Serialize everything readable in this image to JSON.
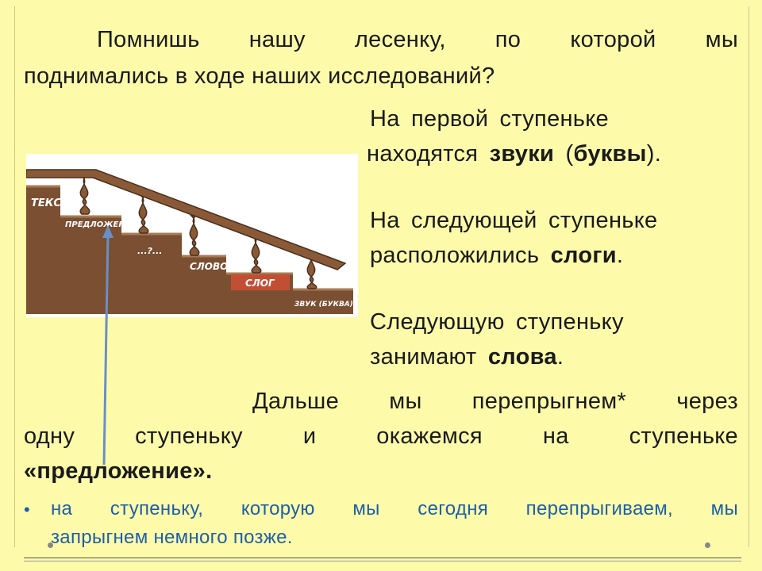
{
  "intro": {
    "line1": "Помнишь нашу лесенку, по которой мы",
    "line2": "поднимались в ходе наших исследований?"
  },
  "step1": {
    "line1": "На первой ступеньке",
    "line2_pre": "находятся ",
    "sounds": "звуки",
    "paren_open": " (",
    "letters": "буквы",
    "paren_close": ")."
  },
  "step2": {
    "line1": "На следующей ступеньке",
    "line2_pre": "расположились ",
    "syllables": "слоги",
    "dot": "."
  },
  "step3": {
    "line1": "Следующую ступеньку",
    "line2_pre": "занимают ",
    "words": "слова",
    "dot": "."
  },
  "jump": {
    "line1": "Дальше мы перепрыгнем* через",
    "line2": "одну ступеньку и окажемся на ступеньке",
    "line3": "«предложение»."
  },
  "footnote": {
    "bullet": "•",
    "line1": "на ступеньку, которую мы сегодня перепрыгиваем, мы",
    "line2": "запрыгнем немного позже."
  },
  "ladder": {
    "labels": {
      "text": "ТЕКСТ",
      "sentence": "ПРЕДЛОЖЕНИЕ",
      "unknown": "...?...",
      "word": "СЛОВО",
      "syllable": "СЛОГ",
      "sound": "ЗВУК (БУКВА)"
    }
  },
  "colors": {
    "background": "#fdfbaa",
    "stairs": "#7a4f32",
    "rail": "#8a5a38",
    "arrow": "#6b8fc4",
    "note": "#1f5fa6"
  }
}
